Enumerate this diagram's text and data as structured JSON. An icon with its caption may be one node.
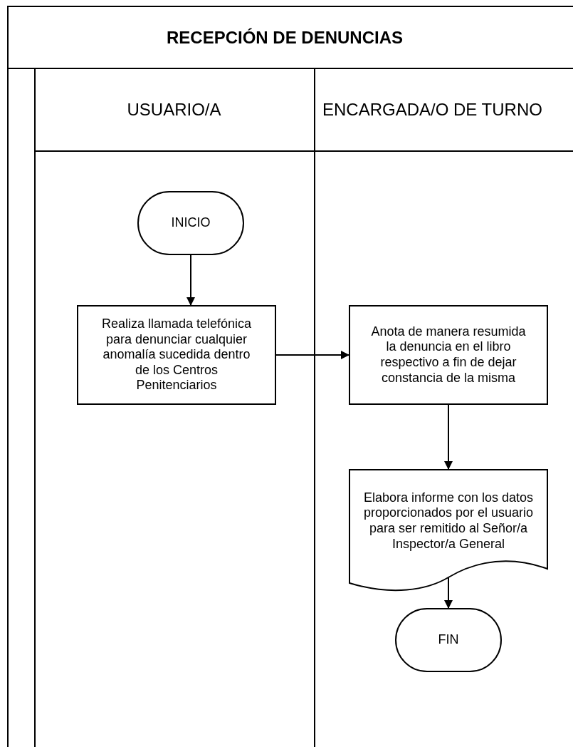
{
  "diagram": {
    "title": "RECEPCIÓN DE DENUNCIAS",
    "nodes": [
      {
        "text": [
          "USUARIO/A"
        ]
      },
      {
        "text": [
          "ENCARGADA/O DE TURNO"
        ]
      },
      {
        "text": [
          "INICIO"
        ],
        "in": 0
      },
      {
        "text": [
          "Realiza llamada telefónica para denunciar cualquier anomalía sucedida dentro de los Centros Penitenciarios"
        ],
        "in": 0
      },
      {
        "text": [
          "Anota de manera resumida la denuncia en el libro respectivo a fin de dejar constancia de la misma"
        ],
        "in": 1
      },
      {
        "text": [
          "Elabora informe con los datos proporcionados por el usuario para ser remitido al Señor/a Inspector/a General"
        ],
        "in": 1
      },
      {
        "text": [
          "FIN"
        ],
        "in": 1
      }
    ],
    "edges": [
      {
        "from": 2,
        "to": 3,
        "arrow": "to"
      },
      {
        "from": 3,
        "to": 4,
        "arrow": "to"
      },
      {
        "from": 4,
        "to": 5,
        "arrow": "to"
      },
      {
        "from": 5,
        "to": 6,
        "arrow": "to"
      }
    ]
  }
}
